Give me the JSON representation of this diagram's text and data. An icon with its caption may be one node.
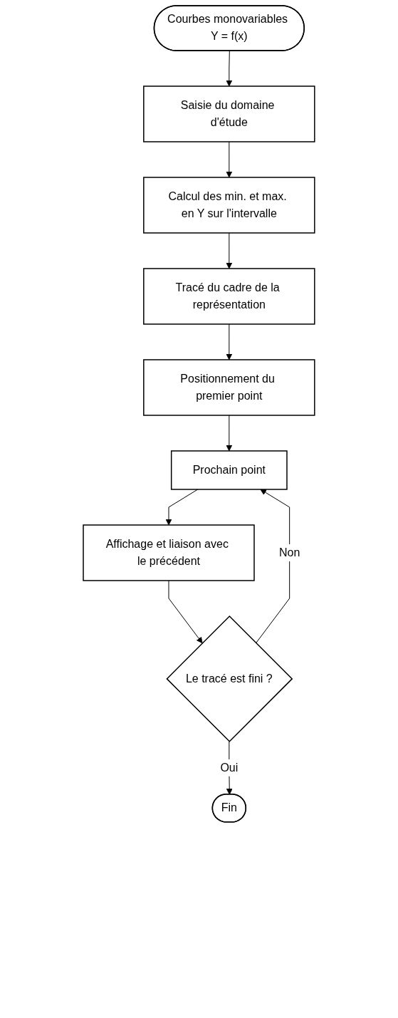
{
  "diagram": {
    "nodes": [
      {
        "text": [
          "Courbes monovariables Y = f(x)"
        ]
      },
      {
        "text": [
          "Saisie du domaine d'étude"
        ]
      },
      {
        "text": [
          "Calcul des min. et max. en Y sur l'intervalle"
        ]
      },
      {
        "text": [
          "Tracé du cadre de la représentation"
        ]
      },
      {
        "text": [
          "Positionnement du premier point"
        ]
      },
      {
        "text": [
          "Prochain point"
        ]
      },
      {
        "text": [
          "Affichage et liaison avec le précédent"
        ]
      },
      {
        "text": [
          "Le tracé est fini ?"
        ]
      },
      {
        "text": [
          "Fin"
        ]
      }
    ],
    "edges": [
      {
        "from": 0,
        "to": 1,
        "arrow": "to"
      },
      {
        "from": 1,
        "to": 2,
        "arrow": "to"
      },
      {
        "from": 2,
        "to": 3,
        "arrow": "to"
      },
      {
        "from": 3,
        "to": 4,
        "arrow": "to"
      },
      {
        "from": 4,
        "to": 5,
        "arrow": "to"
      },
      {
        "from": 5,
        "to": 6,
        "arrow": "to"
      },
      {
        "from": 6,
        "to": 7,
        "arrow": "to"
      },
      {
        "from": 7,
        "to": 5,
        "label": "Non",
        "arrow": "to"
      },
      {
        "from": 7,
        "to": 8,
        "label": "Oui",
        "arrow": "to"
      }
    ]
  }
}
